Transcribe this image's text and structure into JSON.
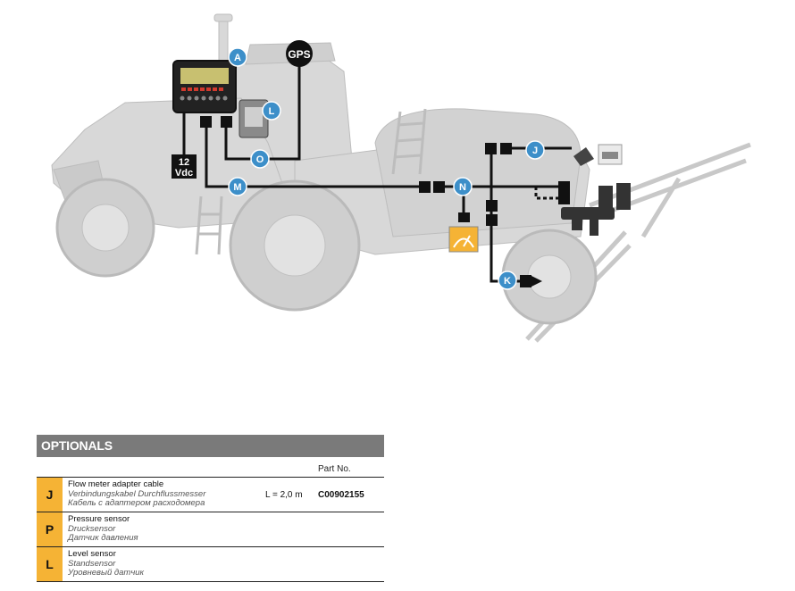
{
  "diagram": {
    "callouts": [
      "A",
      "L",
      "O",
      "M",
      "N",
      "J",
      "K"
    ],
    "gps_label": "GPS",
    "power_label_line1": "12",
    "power_label_line2": "Vdc",
    "colors": {
      "callout": "#3d8fc9",
      "cable": "#111111",
      "sensor_bg": "#f5b335",
      "vehicle": "#d6d6d6"
    }
  },
  "optionals": {
    "title": "OPTIONALS",
    "part_no_header": "Part No.",
    "rows": [
      {
        "letter": "J",
        "name_en": "Flow meter adapter cable",
        "name_de": "Verbindungskabel Durchflussmesser",
        "name_ru": "Кабель с адаптером расходомера",
        "length": "L = 2,0 m",
        "part": "C00902155"
      },
      {
        "letter": "P",
        "name_en": "Pressure sensor",
        "name_de": "Drucksensor",
        "name_ru": "Датчик давления",
        "length": "",
        "part": ""
      },
      {
        "letter": "L",
        "name_en": "Level sensor",
        "name_de": "Standsensor",
        "name_ru": "Уровневый датчик",
        "length": "",
        "part": ""
      }
    ]
  }
}
